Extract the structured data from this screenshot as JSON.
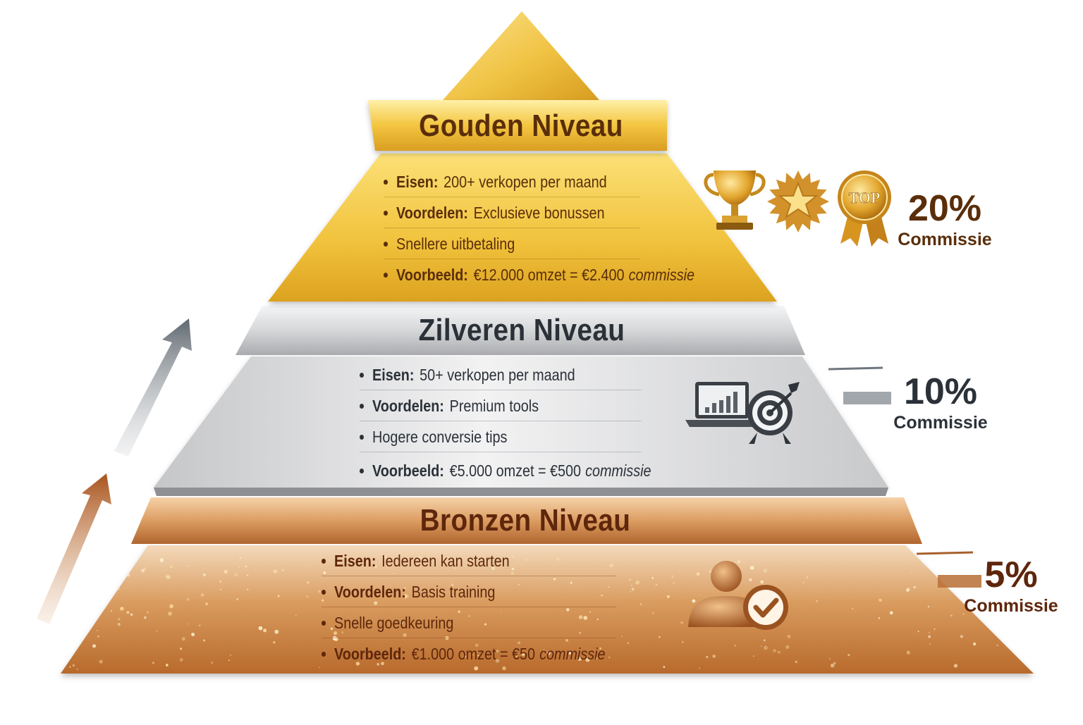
{
  "tiers": [
    {
      "id": "gold",
      "title": "Gouden Niveau",
      "rows": [
        {
          "label": "Eisen:",
          "text": "200+ verkopen per maand"
        },
        {
          "label": "Voordelen:",
          "text": "Exclusieve bonussen"
        },
        {
          "label": "",
          "text": "Snellere uitbetaling"
        },
        {
          "label": "Voorbeeld:",
          "text": "€12.000 omzet = €2.400",
          "emph": "commissie"
        }
      ],
      "commission": {
        "value": "20%",
        "label": "Commissie"
      },
      "icons": [
        "trophy-icon",
        "star-badge-icon",
        "top-medal-icon"
      ],
      "medal_text": "TOP",
      "colors": {
        "main": "#e8b830",
        "text": "#5a2e0a",
        "accent": "#c58a12"
      }
    },
    {
      "id": "silver",
      "title": "Zilveren Niveau",
      "rows": [
        {
          "label": "Eisen:",
          "text": "50+ verkopen per maand"
        },
        {
          "label": "Voordelen:",
          "text": "Premium tools"
        },
        {
          "label": "",
          "text": "Hogere conversie tips"
        },
        {
          "label": "Voorbeeld:",
          "text": "€5.000 omzet = €500",
          "emph": "commissie"
        }
      ],
      "commission": {
        "value": "10%",
        "label": "Commissie"
      },
      "icons": [
        "laptop-chart-icon",
        "target-icon"
      ],
      "colors": {
        "main": "#c8c9cb",
        "text": "#2b3138",
        "accent": "#7d8288"
      }
    },
    {
      "id": "bronze",
      "title": "Bronzen Niveau",
      "rows": [
        {
          "label": "Eisen:",
          "text": "Iedereen kan starten"
        },
        {
          "label": "Voordelen:",
          "text": "Basis training"
        },
        {
          "label": "",
          "text": "Snelle goedkeuring"
        },
        {
          "label": "Voorbeeld:",
          "text": "€1.000 omzet = €50",
          "emph": "commissie"
        }
      ],
      "commission": {
        "value": "5%",
        "label": "Commissie"
      },
      "icons": [
        "user-check-icon"
      ],
      "colors": {
        "main": "#c98548",
        "text": "#5e260b",
        "accent": "#a0582a"
      }
    }
  ]
}
